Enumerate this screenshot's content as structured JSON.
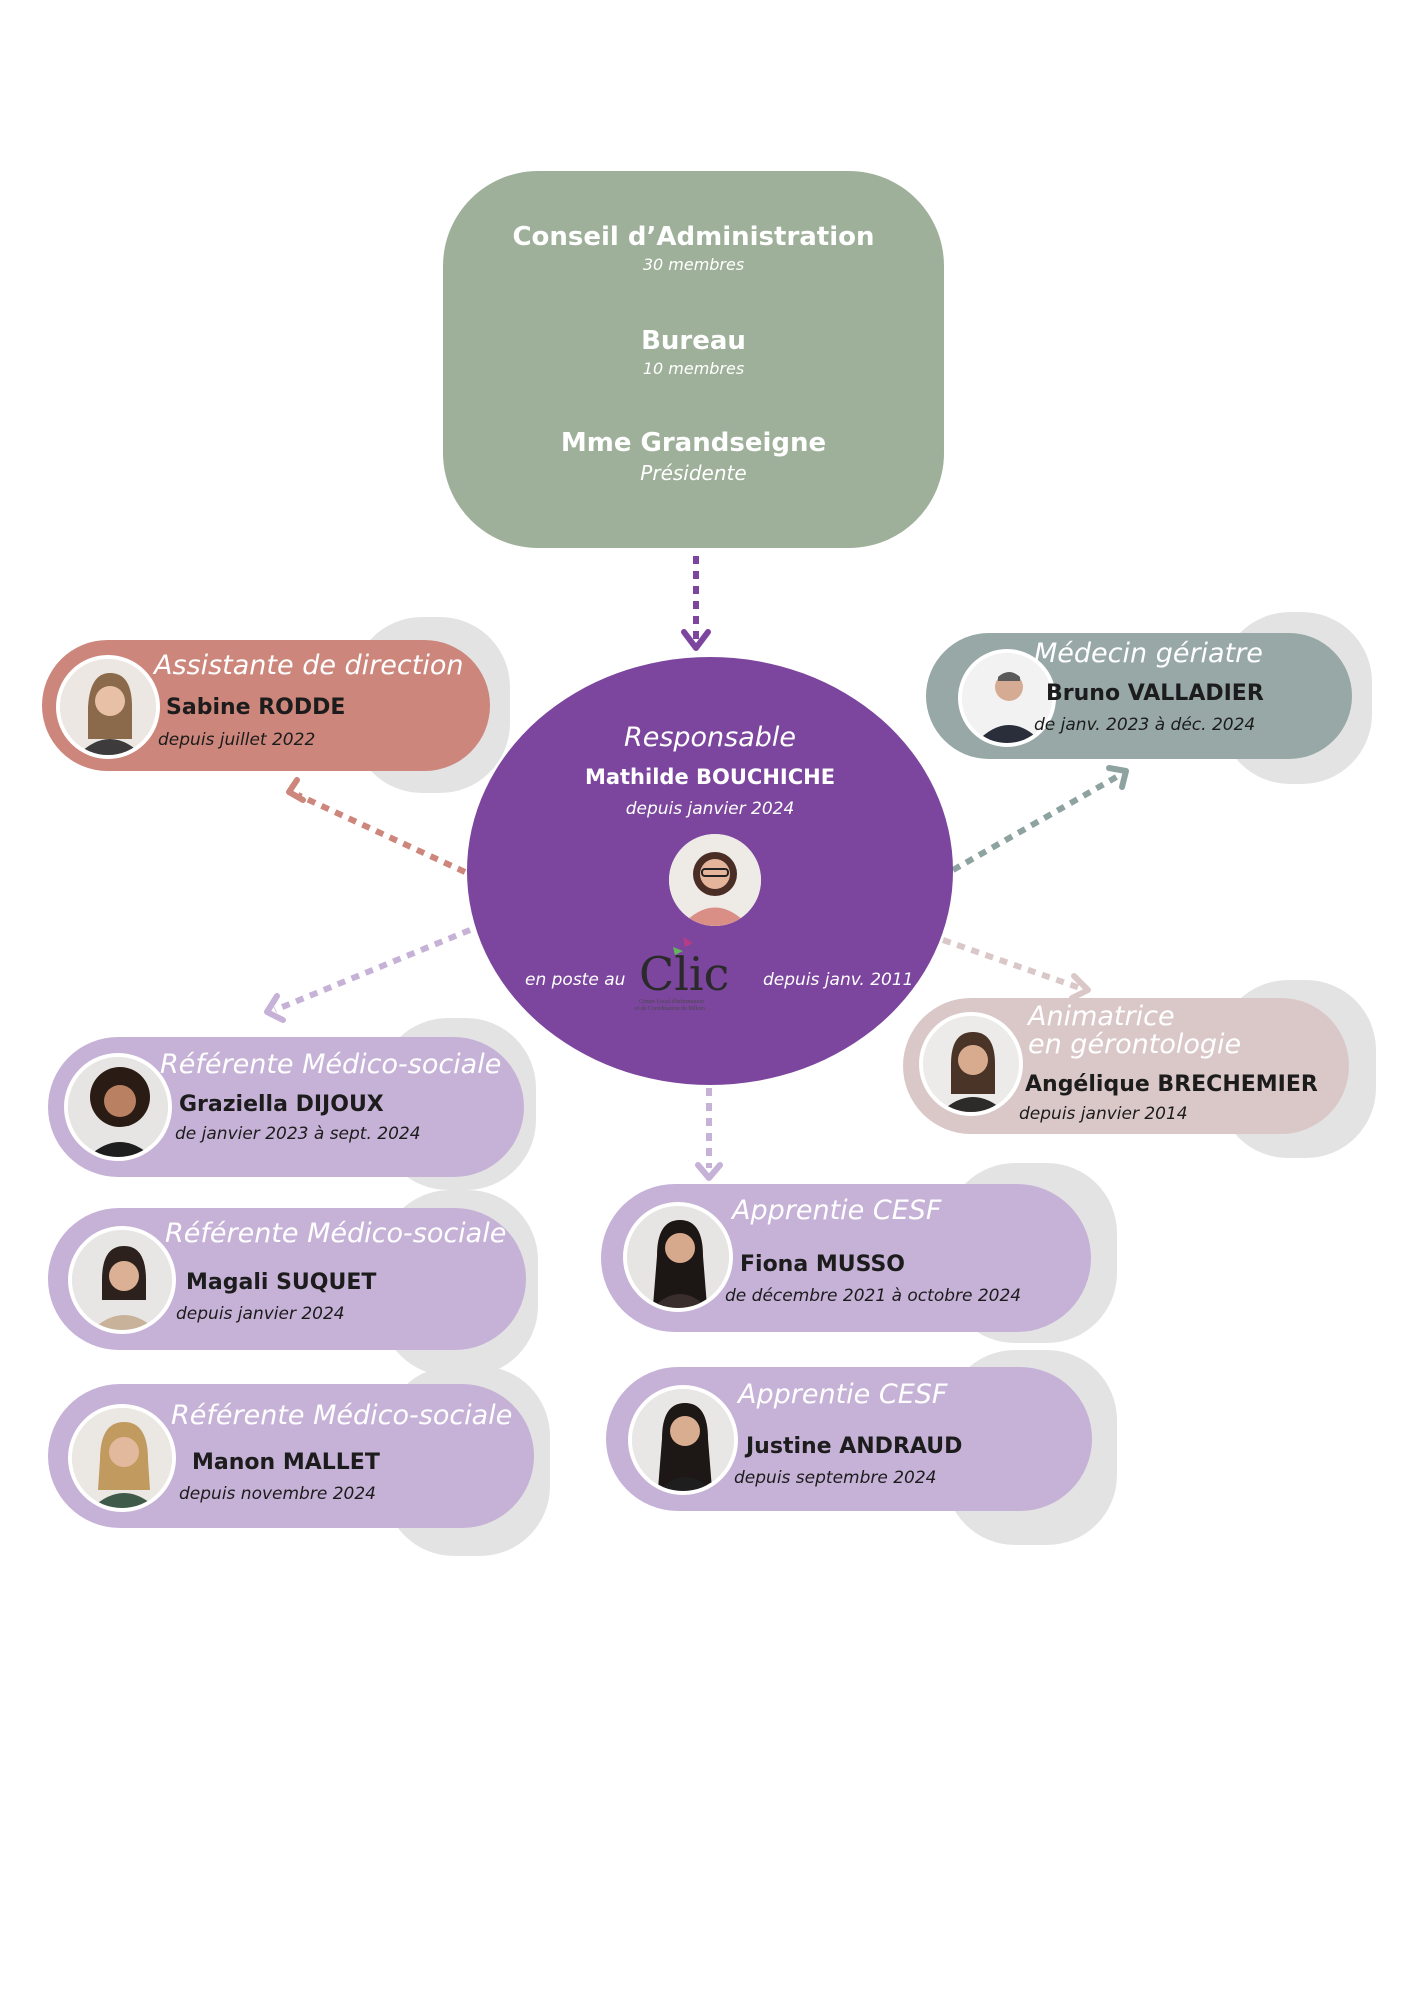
{
  "governance": {
    "council_title": "Conseil d’Administration",
    "council_members": "30 membres",
    "bureau_title": "Bureau",
    "bureau_members": "10 membres",
    "president_name": "Mme Grandseigne",
    "president_role": "Présidente"
  },
  "center": {
    "role": "Responsable",
    "name": "Mathilde BOUCHICHE",
    "since": "depuis janvier 2024",
    "post_prefix": "en poste au",
    "post_suffix": "depuis janv. 2011",
    "logo_text": "Clic",
    "logo_subtitle_1": "Centre Local d'information",
    "logo_subtitle_2": "et de Coordination de Billom"
  },
  "staff": [
    {
      "role": "Assistante de direction",
      "name": "Sabine RODDE",
      "since": "depuis juillet 2022",
      "color": "#cd867b"
    },
    {
      "role": "Médecin gériatre",
      "name": "Bruno VALLADIER",
      "since": "de janv. 2023 à déc. 2024",
      "color": "#97a8a6"
    },
    {
      "role": "Référente Médico-sociale",
      "name": "Graziella DIJOUX",
      "since": "de janvier 2023 à sept. 2024",
      "color": "#c6b1d7"
    },
    {
      "role_line1": "Animatrice",
      "role_line2": "en gérontologie",
      "name": "Angélique BRECHEMIER",
      "since": "depuis janvier 2014",
      "color": "#dac8c9"
    },
    {
      "role": "Référente Médico-sociale",
      "name": "Magali SUQUET",
      "since": "depuis janvier 2024",
      "color": "#c6b1d7"
    },
    {
      "role": "Apprentie CESF",
      "name": "Fiona MUSSO",
      "since": "de décembre 2021 à octobre 2024",
      "color": "#c6b1d7"
    },
    {
      "role": "Référente Médico-sociale",
      "name": "Manon MALLET",
      "since": "depuis novembre 2024",
      "color": "#c6b1d7"
    },
    {
      "role": "Apprentie CESF",
      "name": "Justine ANDRAUD",
      "since": "depuis septembre 2024",
      "color": "#c6b1d7"
    }
  ],
  "colors": {
    "governance": "#9fb09a",
    "center": "#7c469e",
    "arrow_top": "#7c469e",
    "arrow_pink": "#cd867b",
    "arrow_teal": "#8ea3a0",
    "arrow_lav": "#c6b1d7",
    "arrow_rose": "#dac8c9"
  }
}
